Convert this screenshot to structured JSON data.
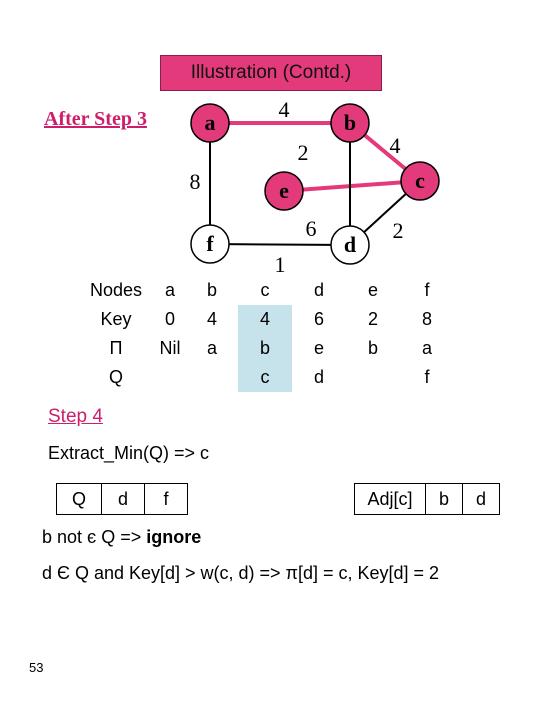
{
  "title": "Illustration (Contd.)",
  "step_label": "After Step 3",
  "graph": {
    "nodes": [
      {
        "id": "a",
        "label": "a",
        "color": "#e23a7a"
      },
      {
        "id": "b",
        "label": "b",
        "color": "#e23a7a"
      },
      {
        "id": "c",
        "label": "c",
        "color": "#e23a7a"
      },
      {
        "id": "e",
        "label": "e",
        "color": "#e23a7a"
      },
      {
        "id": "f",
        "label": "f",
        "color": "#ffffff"
      },
      {
        "id": "d",
        "label": "d",
        "color": "#ffffff"
      }
    ],
    "edges": [
      {
        "from": "a",
        "to": "b",
        "weight": "4",
        "color": "#e23a7a"
      },
      {
        "from": "b",
        "to": "c",
        "weight": "4",
        "color": "#e23a7a"
      },
      {
        "from": "c",
        "to": "e",
        "weight": "2",
        "color": "#e23a7a"
      },
      {
        "from": "a",
        "to": "f",
        "weight": "8",
        "color": "#000000"
      },
      {
        "from": "b",
        "to": "d",
        "weight": "6",
        "color": "#000000"
      },
      {
        "from": "c",
        "to": "d",
        "weight": "2",
        "color": "#000000"
      },
      {
        "from": "f",
        "to": "d",
        "weight": "1",
        "color": "#000000"
      }
    ]
  },
  "table": {
    "headers": [
      "Nodes",
      "a",
      "b",
      "c",
      "d",
      "e",
      "f"
    ],
    "rows": [
      [
        "Key",
        "0",
        "4",
        "4",
        "6",
        "2",
        "8"
      ],
      [
        "Π",
        "Nil",
        "a",
        "b",
        "e",
        "b",
        "a"
      ],
      [
        "Q",
        "",
        "",
        "c",
        "d",
        "",
        "f"
      ]
    ],
    "highlight_color": "#c6e2ea"
  },
  "step4_label": "Step 4",
  "extract_text": "Extract_Min(Q) => c",
  "queue": [
    "Q",
    "d",
    "f"
  ],
  "adjacency": [
    "Adj[c]",
    "b",
    "d"
  ],
  "line_b": {
    "text": "b not є Q => ",
    "bold": "ignore"
  },
  "line_d": "d Є Q and Key[d] > w(c, d) => π[d] = c, Key[d] = 2",
  "page_number": "53"
}
